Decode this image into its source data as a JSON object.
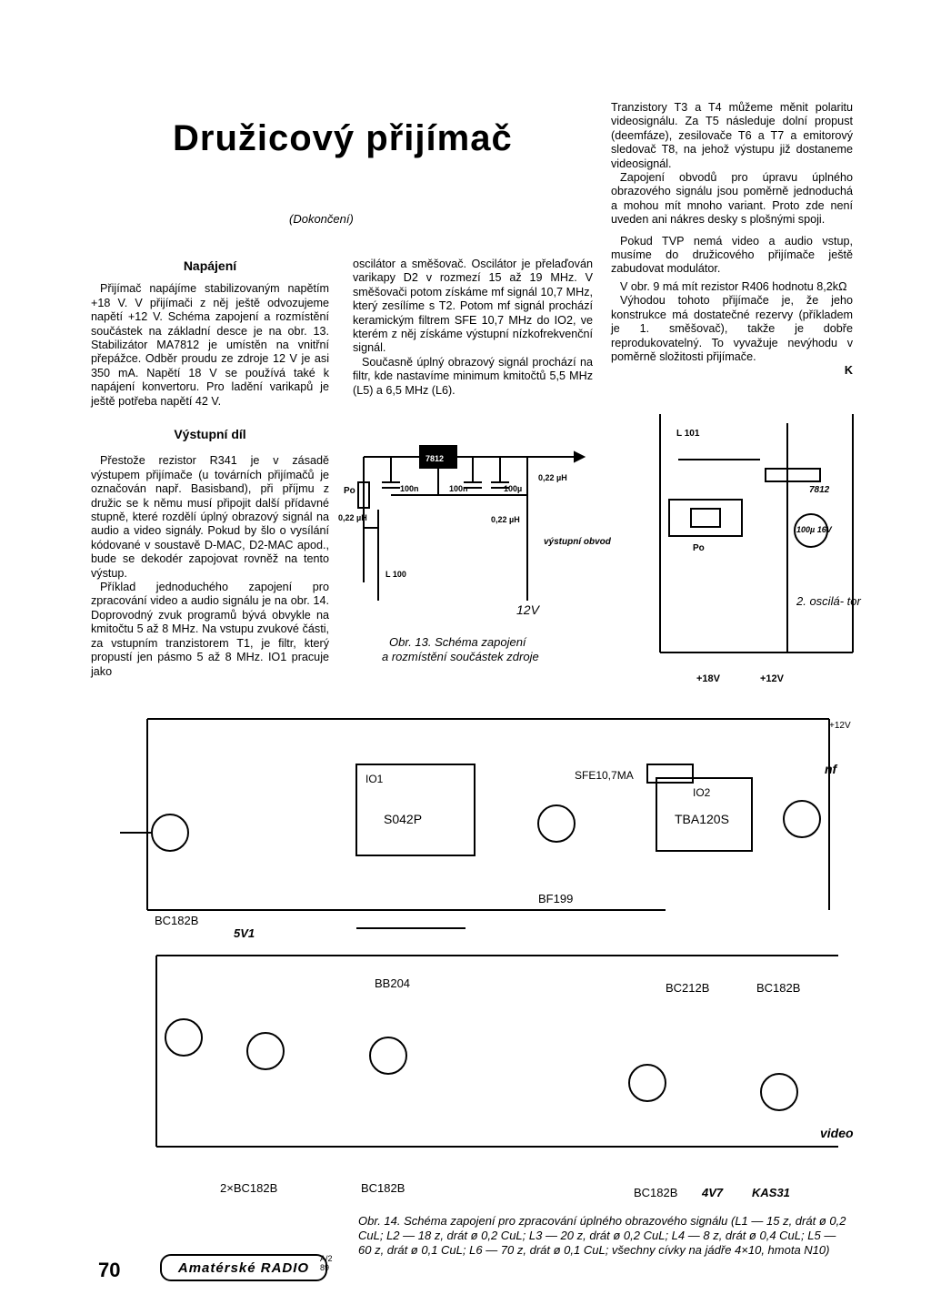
{
  "title": "Družicový přijímač",
  "subtitle": "(Dokončení)",
  "section1": {
    "heading": "Napájení",
    "paragraphs": [
      "Přijímač napájíme stabilizovaným napětím +18 V. V přijímači z něj ještě odvozujeme napětí +12 V. Schéma zapojení a rozmístění součástek na základní desce je na obr. 13. Stabilizátor MA7812 je umístěn na vnitřní přepážce. Odběr proudu ze zdroje 12 V je asi 350 mA. Napětí 18 V se používá také k napájení konvertoru. Pro ladění varikapů je ještě potřeba napětí 42 V."
    ]
  },
  "section2": {
    "heading": "Výstupní díl",
    "paragraphs": [
      "Přestože rezistor R341 je v zásadě výstupem přijímače (u továrních přijímačů je označován např. Basisband), při příjmu z družic se k němu musí připojit další přídavné stupně, které rozdělí úplný obrazový signál na audio a video signály. Pokud by šlo o vysílání kódované v soustavě D-MAC, D2-MAC apod., bude se dekodér zapojovat rovněž na tento výstup.",
      "Příklad jednoduchého zapojení pro zpracování video a audio signálu je na obr. 14. Doprovodný zvuk programů bývá obvykle na kmitočtu 5 až 8 MHz. Na vstupu zvukové části, za vstupním tranzistorem T1, je filtr, který propustí jen pásmo 5 až 8 MHz. IO1 pracuje jako"
    ]
  },
  "column2": [
    "oscilátor a směšovač. Oscilátor je přelaďován varikapy D2 v rozmezí 15 až 19 MHz. V směšovači potom získáme mf signál 10,7 MHz, který zesílíme s T2. Potom mf signál prochází keramickým filtrem SFE 10,7 MHz do IO2, ve kterém z něj získáme výstupní nízkofrekvenční signál.",
    "Současně úplný obrazový signál prochází na filtr, kde nastavíme minimum kmitočtů 5,5 MHz (L5) a 6,5 MHz (L6)."
  ],
  "column3": [
    "Tranzistory T3 a T4 můžeme měnit polaritu videosignálu. Za T5 následuje dolní propust (deemfáze), zesilovače T6 a T7 a emitorový sledovač T8, na jehož výstupu již dostaneme videosignál.",
    "Zapojení obvodů pro úpravu úplného obrazového signálu jsou poměrně jednoduchá a mohou mít mnoho variant. Proto zde není uveden ani nákres desky s plošnými spoji.",
    "Pokud TVP nemá video a audio vstup, musíme do družicového přijímače ještě zabudovat modulátor.",
    "V obr. 9 má mít rezistor R406 hodnotu 8,2kΩ",
    "Výhodou tohoto přijímače je, že jeho konstrukce má dostatečné rezervy (příkladem je 1. směšovač), takže je dobře reprodukovatelný. To vyvažuje nevýhodu v poměrně složitosti přijímače."
  ],
  "signature": "K",
  "fig13": {
    "caption_line1": "Obr. 13. Schéma zapojení",
    "caption_line2": "a rozmístění součástek zdroje",
    "labels": {
      "reg": "7812",
      "po": "Po",
      "c1": "100n",
      "c2": "100n",
      "c3": "100µ",
      "l1": "0,22 µH",
      "l2": "0,22 µH",
      "l3": "0,22 µH",
      "lchoke": "L 100",
      "v12": "12V",
      "out": "výstupní obvod",
      "l101": "L 101",
      "reg2": "7812",
      "cbig": "100µ 16V",
      "po2": "Po",
      "osc": "2. oscilá- tor",
      "vp18": "+18V",
      "vp12": "+12V"
    }
  },
  "fig14": {
    "caption": "Obr. 14. Schéma zapojení pro zpracování úplného obrazového signálu (L1 — 15 z, drát ø 0,2 CuL; L2 — 18 z, drát ø 0,2 CuL; L3 — 20 z, drát ø 0,2 CuL; L4 — 8 z, drát ø 0,4 CuL; L5 — 60 z, drát ø 0,1 CuL; L6 — 70 z, drát ø 0,1 CuL; všechny cívky na jádře 4×10, hmota N10)",
    "ic1": "IO1",
    "ic1_type": "S042P",
    "ic2": "IO2",
    "ic2_type": "TBA120S",
    "filter": "SFE10,7MA",
    "bc182b": "BC182B",
    "bf199": "BF199",
    "bc212b": "BC212B",
    "bc182b_2": "BC182B",
    "two_bc": "2×BC182B",
    "bc182b_3": "BC182B",
    "bc182b_4": "BC182B",
    "kv": "4V7",
    "kas": "KAS31",
    "bb204": "BB204",
    "kv1": "5V1",
    "nf": "nf",
    "video": "video",
    "v12": "+12V"
  },
  "footer": {
    "page": "70",
    "magazine": "Amatérské RADIO",
    "issue": "A/2 89"
  }
}
